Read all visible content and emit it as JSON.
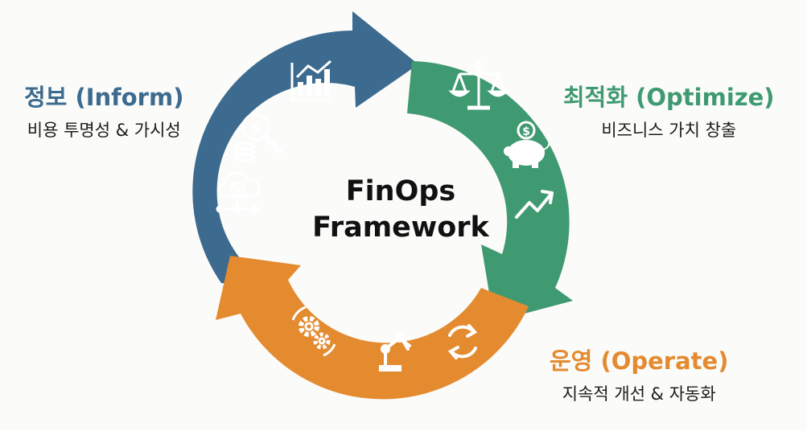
{
  "center": {
    "line1": "FinOps",
    "line2": "Framework"
  },
  "phases": {
    "inform": {
      "title": "정보 (Inform)",
      "desc": "비용 투명성 & 가시성",
      "color": "#3d6b8f"
    },
    "optimize": {
      "title": "최적화 (Optimize)",
      "desc": "비즈니스 가치 창출",
      "color": "#3f9a71"
    },
    "operate": {
      "title": "운영 (Operate)",
      "desc": "지속적 개선 & 자동화",
      "color": "#e48b30"
    }
  },
  "icons": {
    "inform": [
      "bar-chart-icon",
      "coin-search-icon",
      "cloud-dollar-icon"
    ],
    "optimize": [
      "balance-scale-icon",
      "piggy-bank-icon",
      "trend-up-icon"
    ],
    "operate": [
      "gears-icon",
      "robot-arm-icon",
      "refresh-cycle-icon"
    ]
  }
}
